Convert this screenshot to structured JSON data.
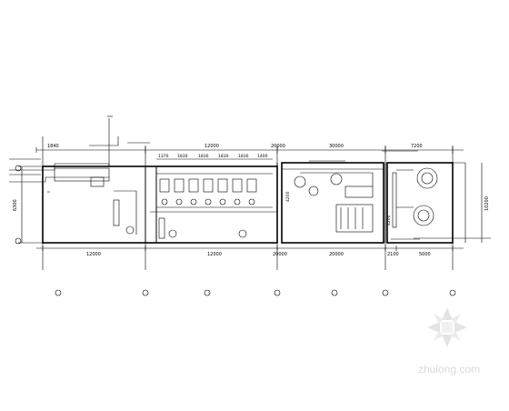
{
  "dimensions": {
    "top": [
      "1840",
      "12000",
      "20000",
      "30000",
      "7200"
    ],
    "top_inner": [
      "1370",
      "1830",
      "1830",
      "1830",
      "1830",
      "1400"
    ],
    "bottom": [
      "12000",
      "12000",
      "20000",
      "20000",
      "2100",
      "5000"
    ],
    "right": "10200",
    "left": "6300",
    "rooms": [
      "4200",
      "4200"
    ]
  },
  "watermark": "zhulong.com"
}
